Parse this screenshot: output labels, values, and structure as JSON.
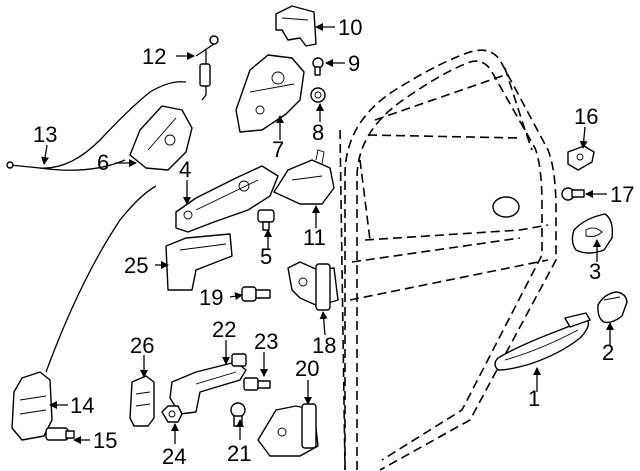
{
  "diagram": {
    "callouts": [
      {
        "id": "c1",
        "number": "1"
      },
      {
        "id": "c2",
        "number": "2"
      },
      {
        "id": "c3",
        "number": "3"
      },
      {
        "id": "c4",
        "number": "4"
      },
      {
        "id": "c5",
        "number": "5"
      },
      {
        "id": "c6",
        "number": "6"
      },
      {
        "id": "c7",
        "number": "7"
      },
      {
        "id": "c8",
        "number": "8"
      },
      {
        "id": "c9",
        "number": "9"
      },
      {
        "id": "c10",
        "number": "10"
      },
      {
        "id": "c11",
        "number": "11"
      },
      {
        "id": "c12",
        "number": "12"
      },
      {
        "id": "c13",
        "number": "13"
      },
      {
        "id": "c14",
        "number": "14"
      },
      {
        "id": "c15",
        "number": "15"
      },
      {
        "id": "c16",
        "number": "16"
      },
      {
        "id": "c17",
        "number": "17"
      },
      {
        "id": "c18",
        "number": "18"
      },
      {
        "id": "c19",
        "number": "19"
      },
      {
        "id": "c20",
        "number": "20"
      },
      {
        "id": "c21",
        "number": "21"
      },
      {
        "id": "c22",
        "number": "22"
      },
      {
        "id": "c23",
        "number": "23"
      },
      {
        "id": "c24",
        "number": "24"
      },
      {
        "id": "c25",
        "number": "25"
      },
      {
        "id": "c26",
        "number": "26"
      }
    ]
  }
}
